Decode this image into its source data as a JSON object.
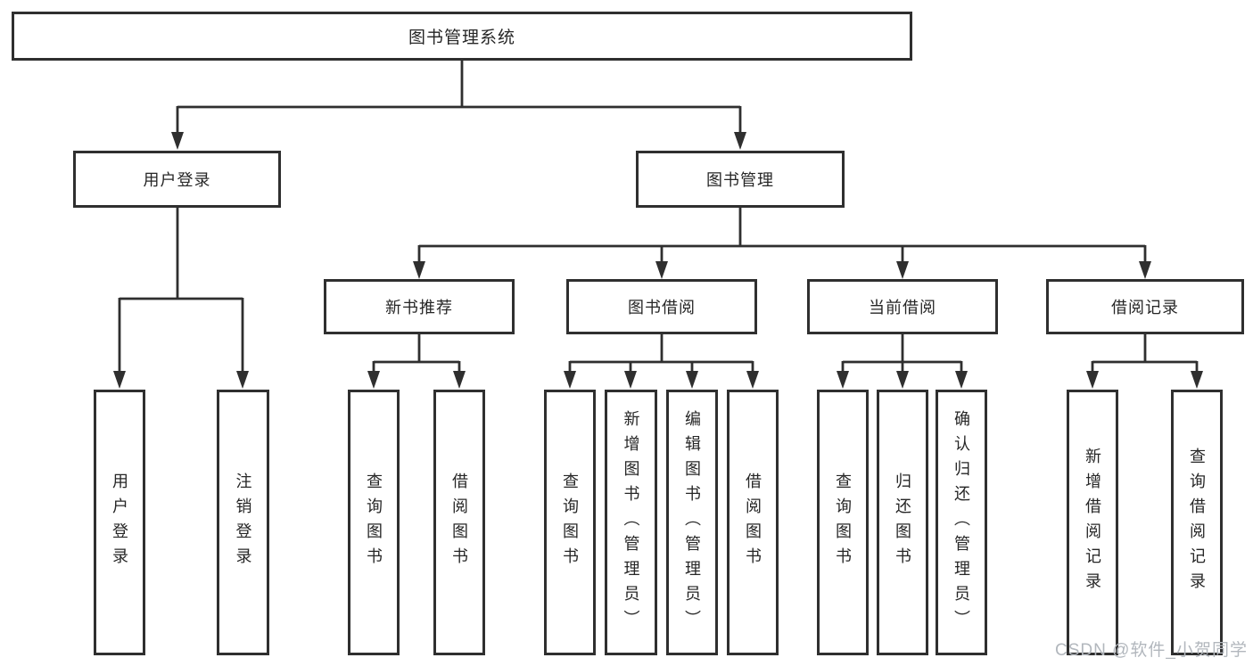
{
  "diagram": {
    "root": {
      "label": "图书管理系统"
    },
    "branches": [
      {
        "label": "用户登录",
        "children": [
          {
            "label": "用户登录"
          },
          {
            "label": "注销登录"
          }
        ]
      },
      {
        "label": "图书管理",
        "children": [
          {
            "label": "新书推荐",
            "children": [
              {
                "label": "查询图书"
              },
              {
                "label": "借阅图书"
              }
            ]
          },
          {
            "label": "图书借阅",
            "children": [
              {
                "label": "查询图书"
              },
              {
                "label": "新增图书（管理员）"
              },
              {
                "label": "编辑图书（管理员）"
              },
              {
                "label": "借阅图书"
              }
            ]
          },
          {
            "label": "当前借阅",
            "children": [
              {
                "label": "查询图书"
              },
              {
                "label": "归还图书"
              },
              {
                "label": "确认归还（管理员）"
              }
            ]
          },
          {
            "label": "借阅记录",
            "children": [
              {
                "label": "新增借阅记录"
              },
              {
                "label": "查询借阅记录"
              }
            ]
          }
        ]
      }
    ]
  },
  "watermark": {
    "text": "CSDN @软件_小贺同学"
  },
  "colors": {
    "line": "#2f2f2f",
    "text": "#262626",
    "watermark": "#b2b7bd",
    "background": "#ffffff"
  }
}
